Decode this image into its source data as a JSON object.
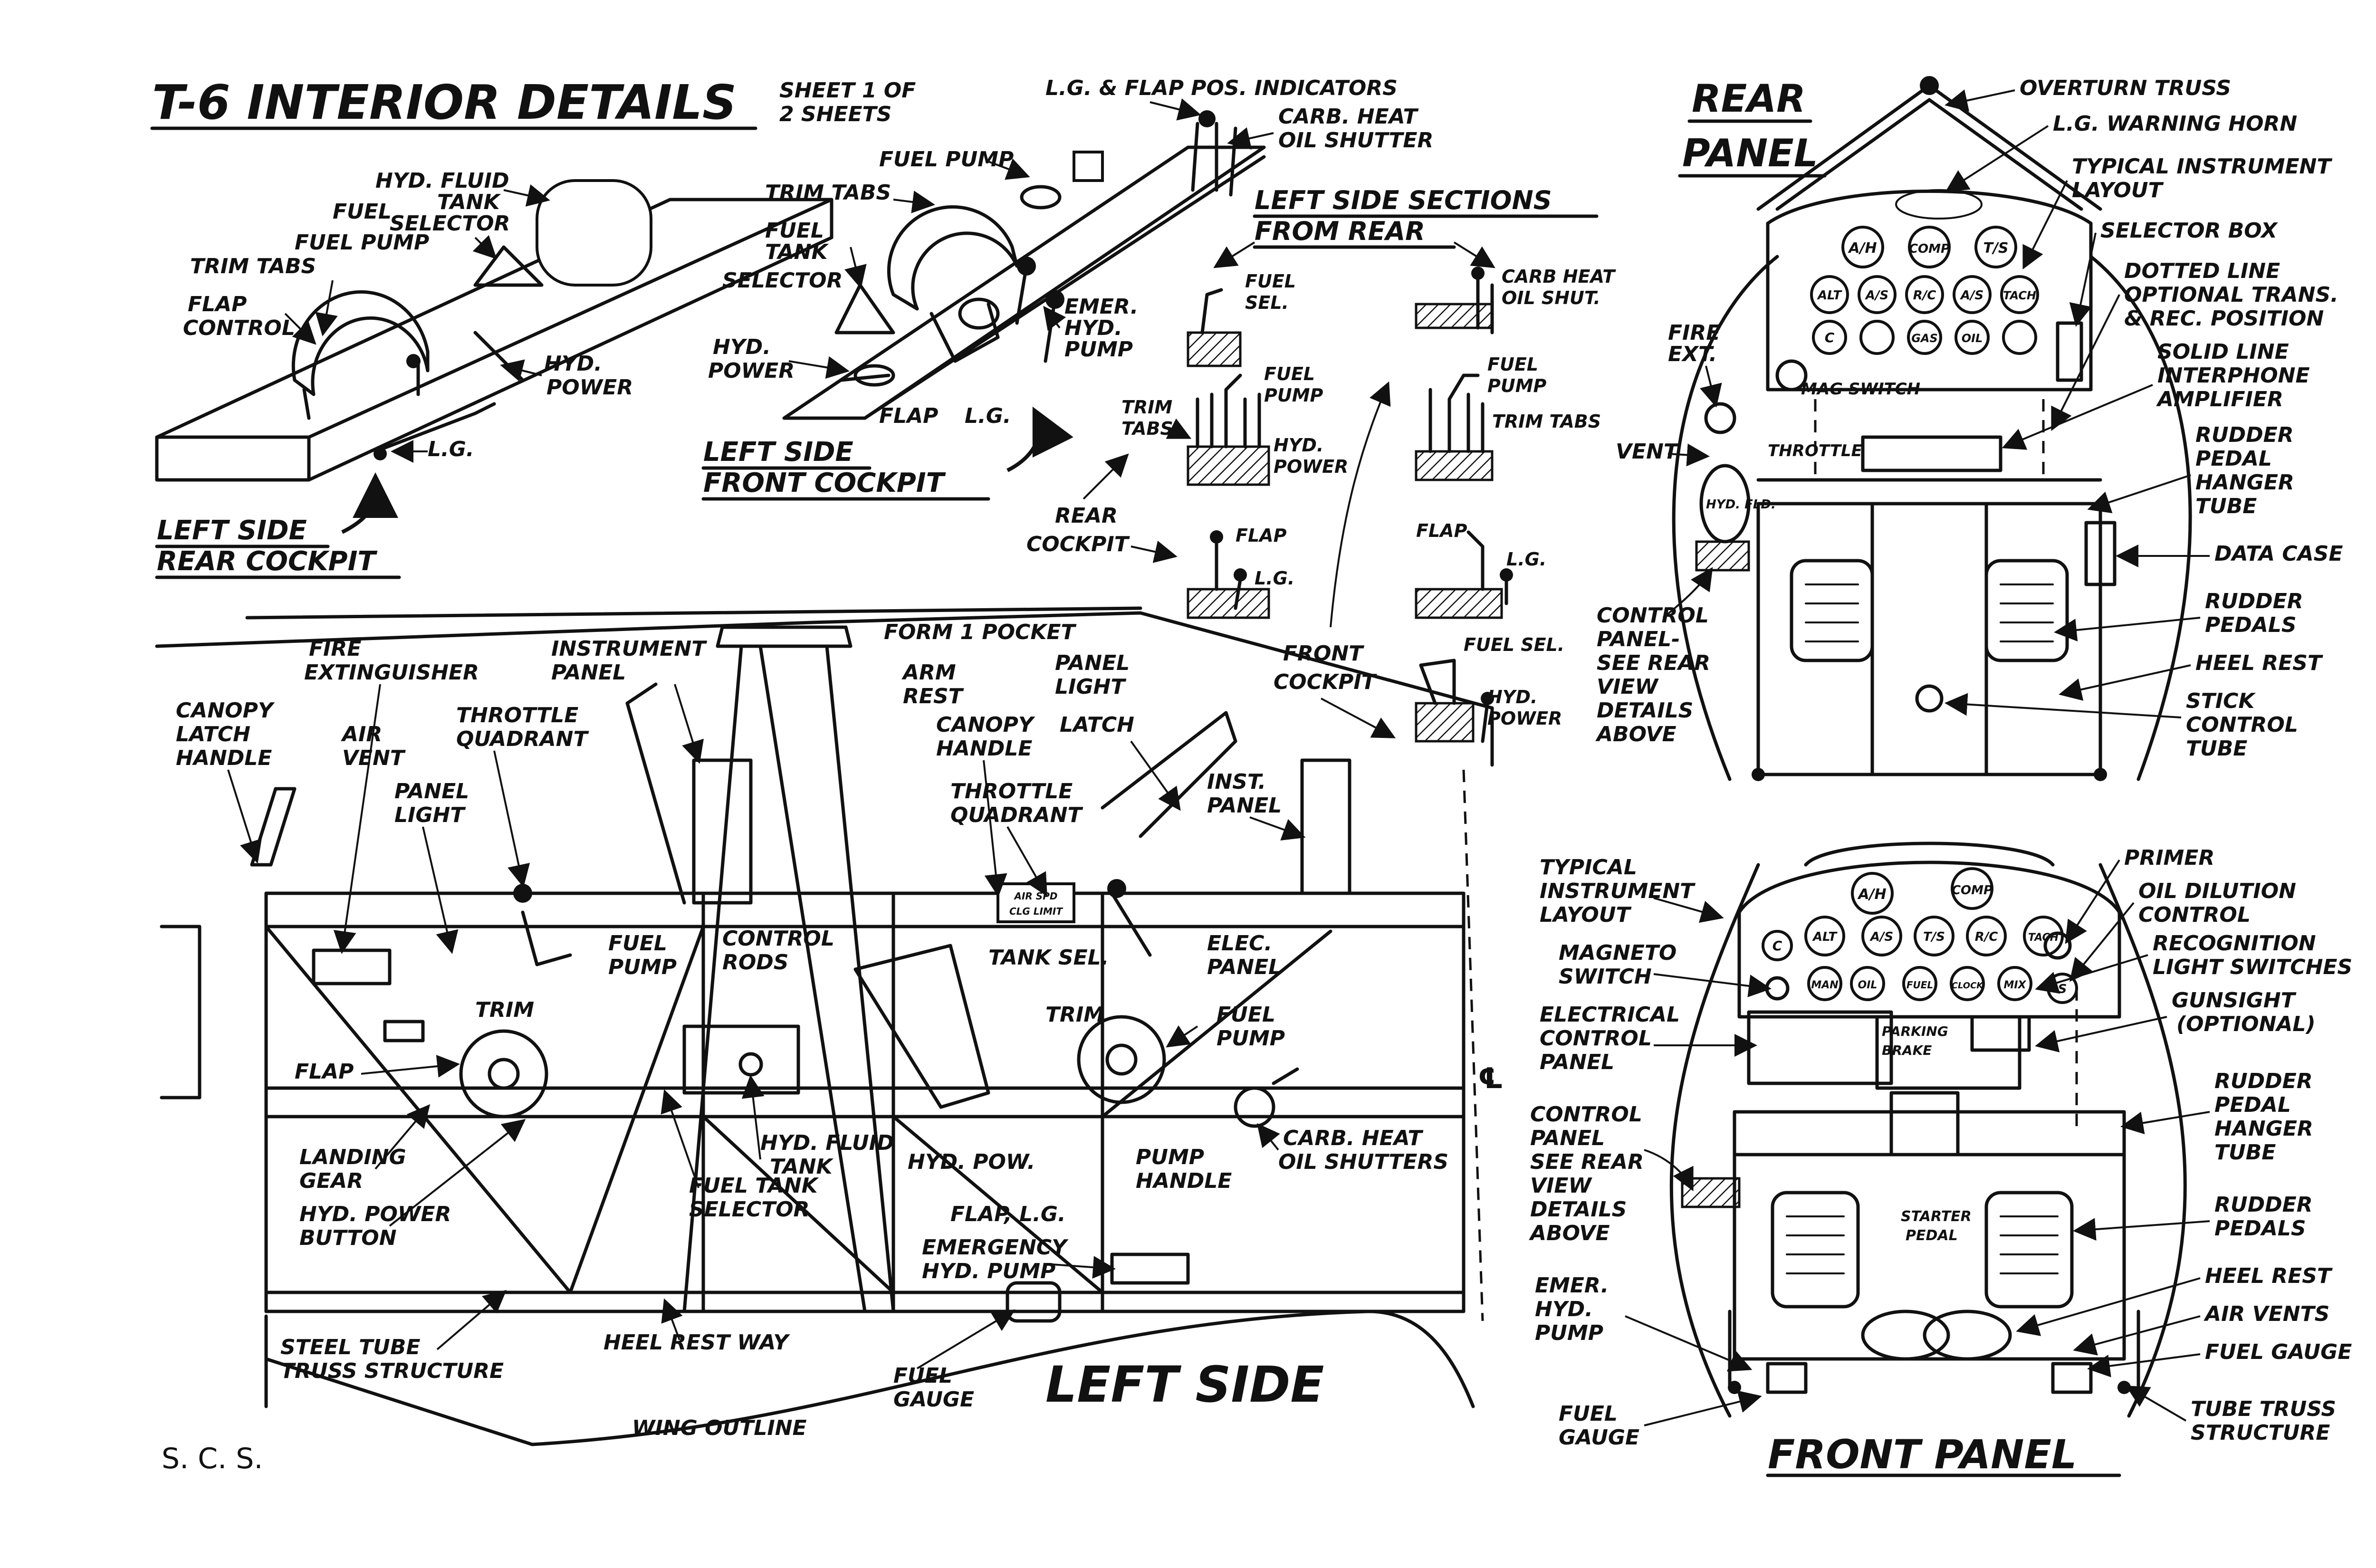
{
  "sheet": {
    "title": "T-6 INTERIOR DETAILS",
    "sheet_no_1": "SHEET 1 OF",
    "sheet_no_2": "2 SHEETS",
    "initials": "S. C. S."
  },
  "rear_cockpit_left": {
    "heading_1": "LEFT SIDE",
    "heading_2": "REAR COCKPIT",
    "labels": [
      "HYD. FLUID",
      "TANK",
      "FUEL",
      "SELECTOR",
      "FUEL PUMP",
      "TRIM TABS",
      "FLAP",
      "CONTROL",
      "HYD.",
      "POWER",
      "L.G."
    ]
  },
  "front_cockpit_left": {
    "heading_1": "LEFT SIDE",
    "heading_2": "FRONT COCKPIT",
    "labels": [
      "L.G. & FLAP POS. INDICATORS",
      "CARB. HEAT",
      "OIL SHUTTER",
      "FUEL PUMP",
      "TRIM TABS",
      "FUEL",
      "TANK",
      "SELECTOR",
      "EMER.",
      "HYD.",
      "PUMP",
      "HYD.",
      "POWER",
      "FLAP",
      "L.G."
    ]
  },
  "sections_from_rear": {
    "heading_1": "LEFT SIDE SECTIONS",
    "heading_2": "FROM REAR",
    "rear_labels": [
      "FUEL",
      "SEL.",
      "FUEL",
      "PUMP",
      "HYD.",
      "POWER",
      "TRIM",
      "TABS",
      "FLAP",
      "L.G."
    ],
    "rear_caption_1": "REAR",
    "rear_caption_2": "COCKPIT",
    "front_labels": [
      "CARB HEAT",
      "OIL SHUT.",
      "FUEL",
      "PUMP",
      "TRIM TABS",
      "FLAP",
      "L.G.",
      "FUEL SEL.",
      "HYD.",
      "POWER"
    ],
    "front_caption_1": "FRONT",
    "front_caption_2": "COCKPIT"
  },
  "rear_panel": {
    "heading_1": "REAR",
    "heading_2": "PANEL",
    "gauges": [
      "A/H",
      "COMP",
      "T/S",
      "ALT",
      "A/S",
      "R/C",
      "A/S",
      "TACH",
      "C",
      "GAS",
      "OIL"
    ],
    "inner_labels": [
      "MAG SWITCH",
      "THROTTLE",
      "HYD. FLD."
    ],
    "right_labels": [
      "OVERTURN TRUSS",
      "L.G. WARNING HORN",
      "TYPICAL INSTRUMENT",
      "LAYOUT",
      "SELECTOR BOX",
      "DOTTED LINE",
      "OPTIONAL TRANS.",
      "& REC. POSITION",
      "SOLID LINE",
      "INTERPHONE",
      "AMPLIFIER",
      "RUDDER",
      "PEDAL",
      "HANGER",
      "TUBE",
      "DATA CASE",
      "RUDDER",
      "PEDALS",
      "HEEL REST",
      "STICK",
      "CONTROL",
      "TUBE"
    ],
    "left_labels": [
      "FIRE",
      "EXT.",
      "VENT",
      "CONTROL",
      "PANEL-",
      "SEE REAR",
      "VIEW",
      "DETAILS",
      "ABOVE"
    ]
  },
  "left_side": {
    "heading": "LEFT SIDE",
    "labels": [
      "FIRE",
      "EXTINGUISHER",
      "INSTRUMENT",
      "PANEL",
      "FORM 1 POCKET",
      "CANOPY",
      "LATCH",
      "HANDLE",
      "AIR",
      "VENT",
      "THROTTLE",
      "QUADRANT",
      "PANEL",
      "LIGHT",
      "ARM",
      "REST",
      "PANEL",
      "LIGHT",
      "CANOPY",
      "HANDLE",
      "LATCH",
      "THROTTLE",
      "QUADRANT",
      "INST.",
      "PANEL",
      "FUEL",
      "PUMP",
      "CONTROL",
      "RODS",
      "TANK SEL.",
      "ELEC.",
      "PANEL",
      "TRIM",
      "FLAP",
      "TRIM",
      "FUEL",
      "PUMP",
      "LANDING",
      "GEAR",
      "HYD. POWER",
      "BUTTON",
      "HYD. FLUID",
      "TANK",
      "FUEL TANK",
      "SELECTOR",
      "HYD. POW.",
      "PUMP",
      "HANDLE",
      "CARB. HEAT",
      "OIL SHUTTERS",
      "FLAP, L.G.",
      "EMERGENCY",
      "HYD. PUMP",
      "STEEL TUBE",
      "TRUSS STRUCTURE",
      "HEEL REST WAY",
      "FUEL",
      "GAUGE",
      "WING OUTLINE"
    ],
    "panel_plate": [
      "AIR SPD",
      "CLG LIMIT"
    ],
    "centerline": "℄"
  },
  "front_panel": {
    "heading": "FRONT PANEL",
    "gauges": [
      "A/H",
      "COMP",
      "C",
      "ALT",
      "A/S",
      "T/S",
      "R/C",
      "TACH",
      "MAN",
      "OIL",
      "FUEL",
      "CLOCK",
      "MIX",
      "S"
    ],
    "inner_labels": [
      "PARKING",
      "BRAKE",
      "STARTER",
      "PEDAL"
    ],
    "left_labels": [
      "TYPICAL",
      "INSTRUMENT",
      "LAYOUT",
      "MAGNETO",
      "SWITCH",
      "ELECTRICAL",
      "CONTROL",
      "PANEL",
      "CONTROL",
      "PANEL",
      "SEE REAR",
      "VIEW",
      "DETAILS",
      "ABOVE",
      "EMER.",
      "HYD.",
      "PUMP",
      "FUEL",
      "GAUGE"
    ],
    "right_labels": [
      "PRIMER",
      "OIL DILUTION",
      "CONTROL",
      "RECOGNITION",
      "LIGHT SWITCHES",
      "GUNSIGHT",
      "(OPTIONAL)",
      "RUDDER",
      "PEDAL",
      "HANGER",
      "TUBE",
      "RUDDER",
      "PEDALS",
      "HEEL REST",
      "AIR VENTS",
      "FUEL GAUGE",
      "TUBE TRUSS",
      "STRUCTURE"
    ]
  }
}
